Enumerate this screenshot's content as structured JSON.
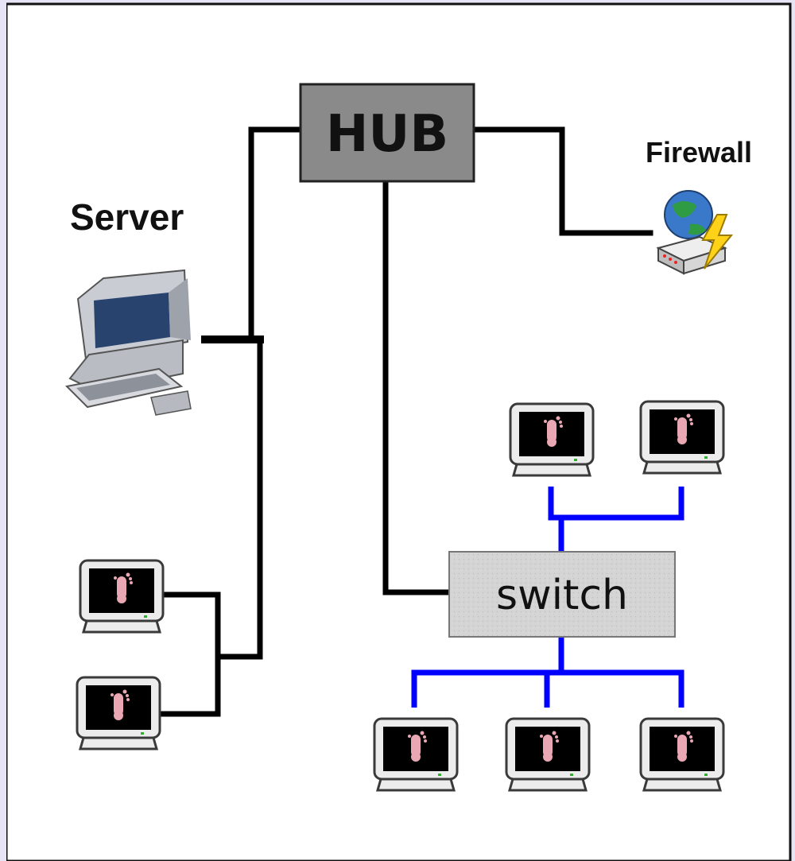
{
  "diagram": {
    "hub_label": "HUB",
    "switch_label": "switch",
    "server_label": "Server",
    "firewall_label": "Firewall"
  },
  "icons": {
    "server": "desktop-computer-icon",
    "firewall": "network-globe-router-icon",
    "workstation": "monitor-footprint-icon"
  },
  "colors": {
    "background_border": "#e6e4f5",
    "canvas": "#ffffff",
    "wire": "#000000",
    "switch_wire": "#0000ff",
    "hub_fill": "#8a8a8a",
    "switch_fill": "#d4d4d4"
  }
}
